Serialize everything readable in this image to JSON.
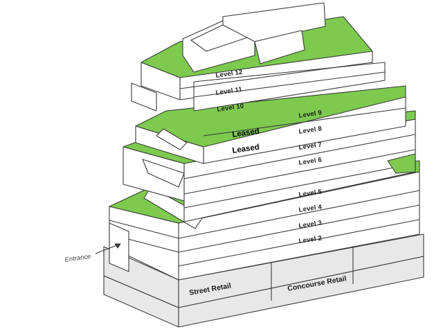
{
  "colors": {
    "roof": "#7dca4f",
    "wall": "#ffffff",
    "base": "#e8e8e8",
    "line": "#3a3a3a"
  },
  "labels": {
    "level12": "Level 12",
    "level11": "Level 11",
    "level10": "Level 10",
    "level9": "Level 9",
    "level8": "Level 8",
    "level7": "Level 7",
    "level6": "Level 6",
    "level5": "Level 5",
    "level4": "Level 4",
    "level3": "Level 3",
    "level2": "Level 2",
    "leased_upper": "Leased",
    "leased_lower": "Leased",
    "street_retail": "Street Retail",
    "concourse_retail": "Concourse Retail",
    "entrance": "Entrance"
  }
}
